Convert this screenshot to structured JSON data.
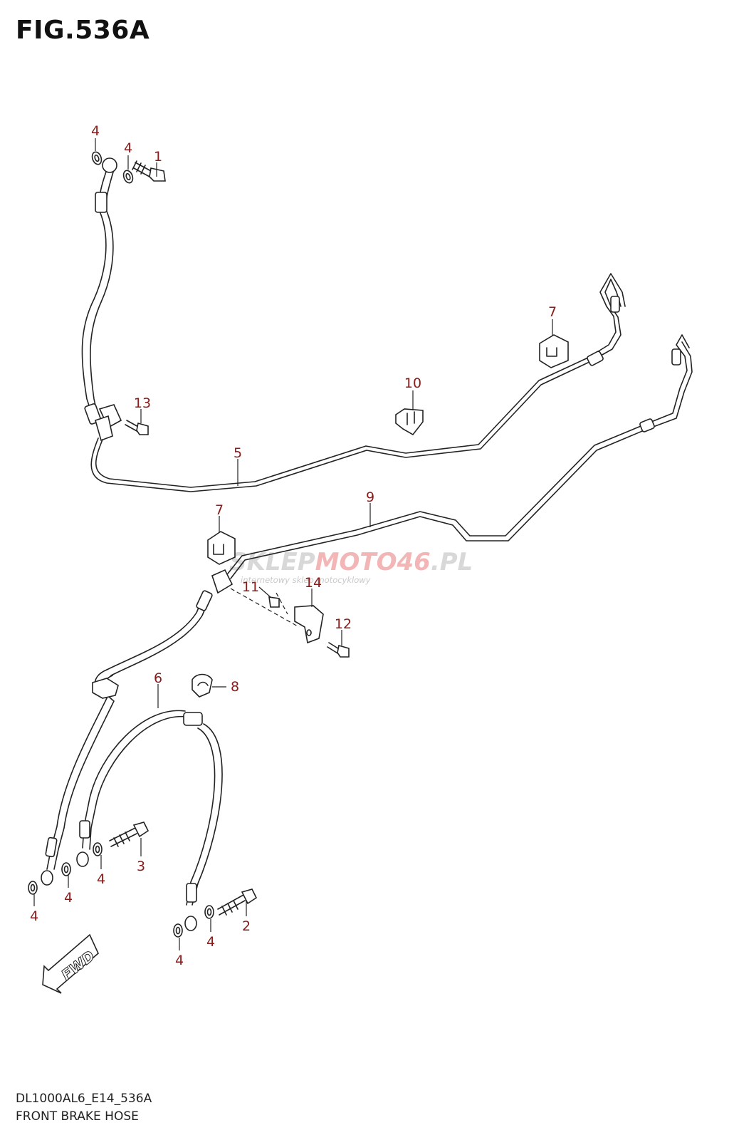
{
  "figure": {
    "title": "FIG.536A",
    "model_code": "DL1000AL6_E14_536A",
    "caption": "FRONT BRAKE HOSE"
  },
  "watermark": {
    "main_left": "SKLEP",
    "main_accent": "MOTO46",
    "main_right": ".PL",
    "sub": "internetowy sklep motocyklowy"
  },
  "fwd_label": "FWD",
  "callouts": [
    {
      "id": "c-4a",
      "label": "4"
    },
    {
      "id": "c-4b",
      "label": "4"
    },
    {
      "id": "c-1",
      "label": "1"
    },
    {
      "id": "c-7a",
      "label": "7"
    },
    {
      "id": "c-10",
      "label": "10"
    },
    {
      "id": "c-13",
      "label": "13"
    },
    {
      "id": "c-5",
      "label": "5"
    },
    {
      "id": "c-9",
      "label": "9"
    },
    {
      "id": "c-7b",
      "label": "7"
    },
    {
      "id": "c-11",
      "label": "11"
    },
    {
      "id": "c-14",
      "label": "14"
    },
    {
      "id": "c-12",
      "label": "12"
    },
    {
      "id": "c-6",
      "label": "6"
    },
    {
      "id": "c-8",
      "label": "8"
    },
    {
      "id": "c-3",
      "label": "3"
    },
    {
      "id": "c-4c",
      "label": "4"
    },
    {
      "id": "c-4d",
      "label": "4"
    },
    {
      "id": "c-4e",
      "label": "4"
    },
    {
      "id": "c-2",
      "label": "2"
    },
    {
      "id": "c-4f",
      "label": "4"
    },
    {
      "id": "c-4g",
      "label": "4"
    }
  ],
  "colors": {
    "callout": "#8b1a1a",
    "line": "#222222",
    "watermark_accent": "#f3b6b6"
  }
}
